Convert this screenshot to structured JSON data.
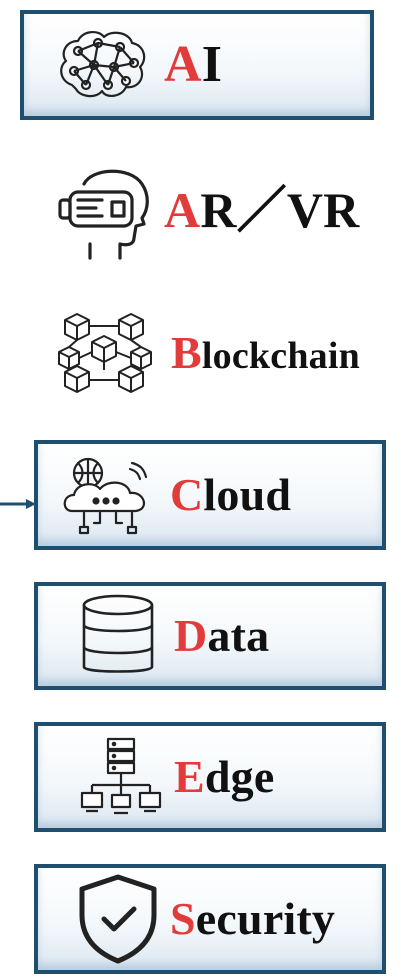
{
  "accent_color": "#e23b3b",
  "border_color": "#1f4e6e",
  "items": [
    {
      "icon": "brain-network-icon",
      "initial": "A",
      "rest": "I",
      "boxed": true
    },
    {
      "icon": "vr-headset-icon",
      "initial": "A",
      "rest": "R／VR",
      "boxed": false
    },
    {
      "icon": "blockchain-cubes-icon",
      "initial": "B",
      "rest": "lockchain",
      "boxed": false
    },
    {
      "icon": "cloud-computing-icon",
      "initial": "C",
      "rest": "loud",
      "boxed": true
    },
    {
      "icon": "database-icon",
      "initial": "D",
      "rest": "ata",
      "boxed": true
    },
    {
      "icon": "edge-network-icon",
      "initial": "E",
      "rest": "dge",
      "boxed": true
    },
    {
      "icon": "shield-check-icon",
      "initial": "S",
      "rest": "ecurity",
      "boxed": true
    }
  ]
}
